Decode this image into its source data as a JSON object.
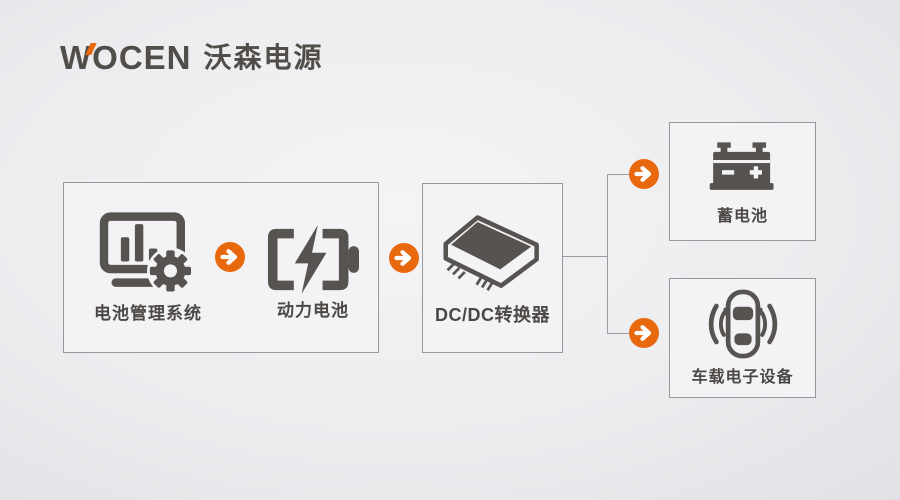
{
  "logo": {
    "brand": "WOCEN",
    "brand_cn": "沃森电源"
  },
  "colors": {
    "accent_orange": "#E8690D",
    "icon_gray": "#575350",
    "text_gray": "#4C4845",
    "connector_gray": "#9B9BA0",
    "box_background": "#F3F3F5",
    "box_border": "#98989C"
  },
  "diagram": {
    "stage1": {
      "items": [
        {
          "label": "电池管理系统",
          "icon": "battery-management-monitor-gear"
        },
        {
          "label": "动力电池",
          "icon": "power-battery-charging"
        }
      ]
    },
    "stage2": {
      "label": "DC/DC转换器",
      "icon": "dcdc-converter-chip"
    },
    "stage3": {
      "items": [
        {
          "label": "蓄电池",
          "icon": "storage-battery"
        },
        {
          "label": "车载电子设备",
          "icon": "vehicle-electronics-car"
        }
      ]
    }
  }
}
